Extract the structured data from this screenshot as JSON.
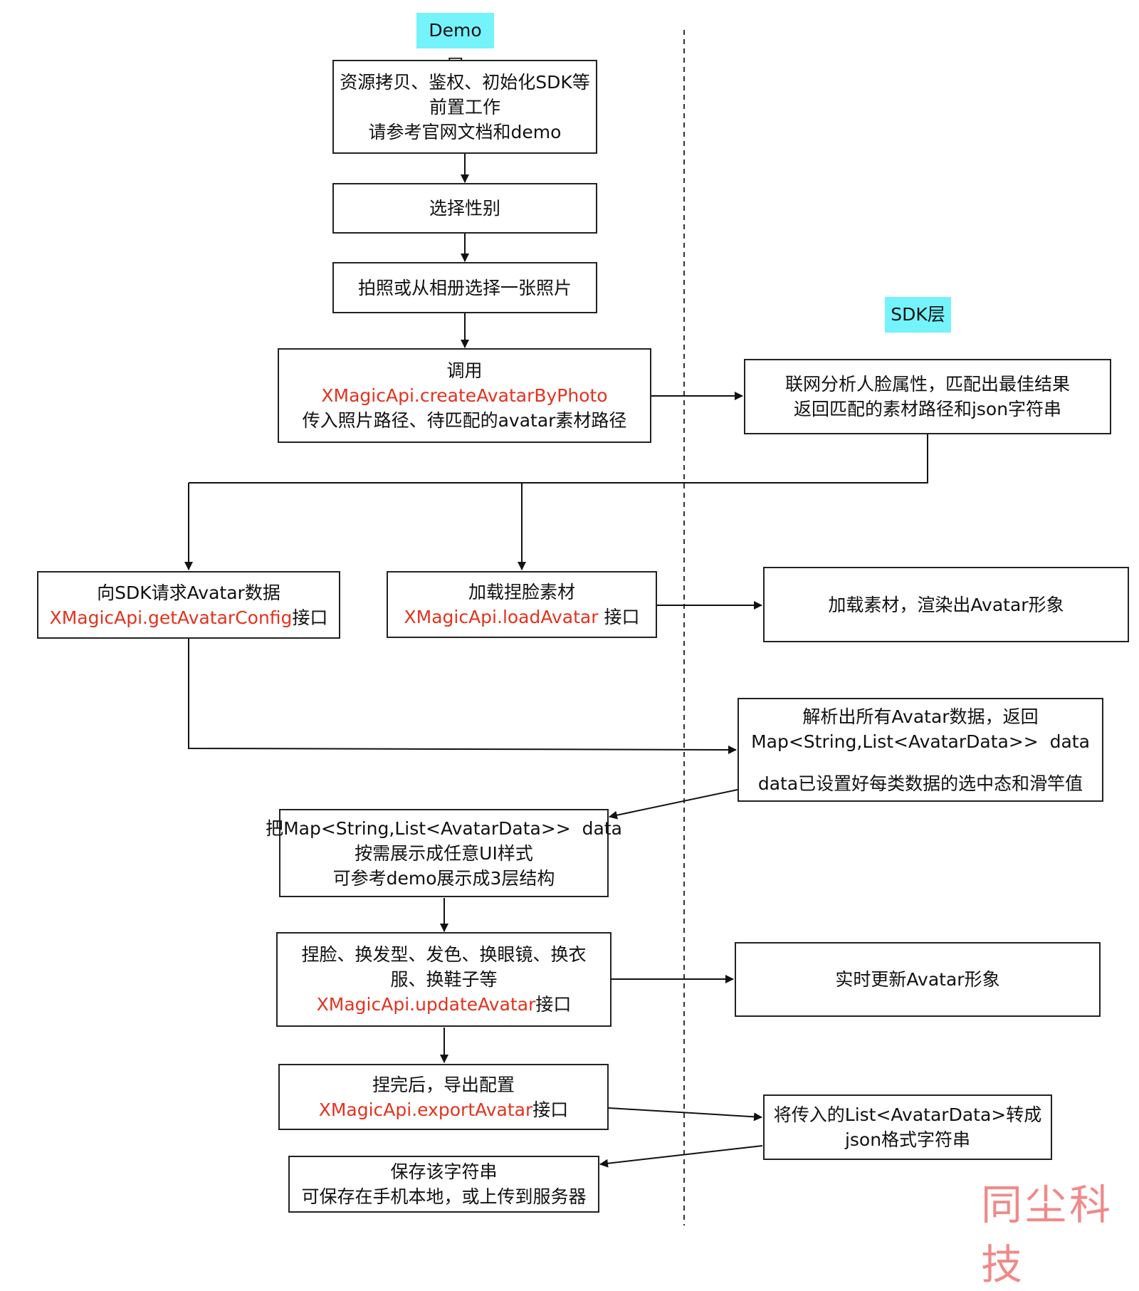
{
  "layers": {
    "demo": "Demo层",
    "sdk": "SDK层"
  },
  "colors": {
    "api_text": "#e4321e",
    "layer_tag": "#74f3fb",
    "watermark": "#f08a8a"
  },
  "boxes": {
    "init": {
      "line1": "资源拷贝、鉴权、初始化SDK等",
      "line2": "前置工作",
      "line3": "请参考官网文档和demo"
    },
    "gender": {
      "line1": "选择性别"
    },
    "photo": {
      "line1": "拍照或从相册选择一张照片"
    },
    "create": {
      "line1": "调用",
      "api": "XMagicApi.createAvatarByPhoto",
      "line3": "传入照片路径、待匹配的avatar素材路径"
    },
    "match": {
      "line1": "联网分析人脸属性，匹配出最佳结果",
      "line2": "返回匹配的素材路径和json字符串"
    },
    "get_config": {
      "line1": "向SDK请求Avatar数据",
      "api": "XMagicApi.getAvatarConfig",
      "suffix": "接口"
    },
    "load": {
      "line1": "加载捏脸素材",
      "api": "XMagicApi.loadAvatar",
      "suffix": " 接口"
    },
    "render": {
      "line1": "加载素材，渲染出Avatar形象"
    },
    "parse": {
      "line1": "解析出所有Avatar数据，返回",
      "line2": "Map<String,List<AvatarData>>  data",
      "line3": "data已设置好每类数据的选中态和滑竿值"
    },
    "display": {
      "line1": "把Map<String,List<AvatarData>>  data",
      "line2": "按需展示成任意UI样式",
      "line3": "可参考demo展示成3层结构"
    },
    "update": {
      "line1": "捏脸、换发型、发色、换眼镜、换衣",
      "line2": "服、换鞋子等",
      "api": "XMagicApi.updateAvatar",
      "suffix": "接口"
    },
    "realtime": {
      "line1": "实时更新Avatar形象"
    },
    "export": {
      "line1": "捏完后，导出配置",
      "api": "XMagicApi.exportAvatar",
      "suffix": "接口"
    },
    "convert": {
      "line1": "将传入的List<AvatarData>转成",
      "line2": "json格式字符串"
    },
    "save": {
      "line1": "保存该字符串",
      "line2": "可保存在手机本地，或上传到服务器"
    }
  },
  "watermark": "同尘科技"
}
